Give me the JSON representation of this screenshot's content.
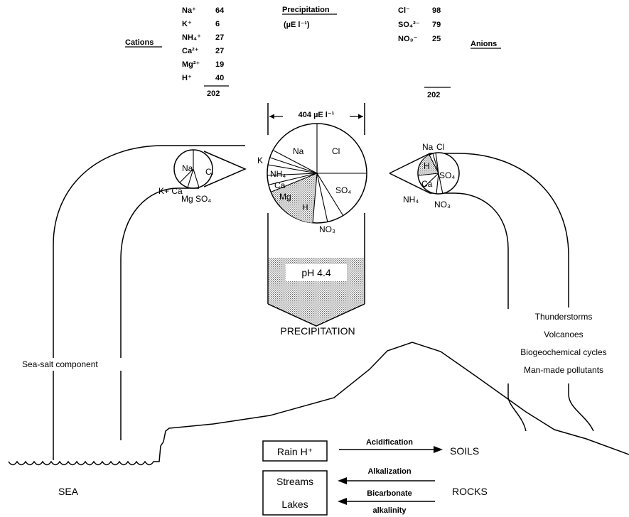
{
  "header": {
    "title": "Precipitation",
    "units": "(µE l⁻¹)",
    "cations_label": "Cations",
    "anions_label": "Anions"
  },
  "cations": [
    {
      "ion": "Na⁺",
      "value": "64"
    },
    {
      "ion": "K⁺",
      "value": "6"
    },
    {
      "ion": "NH₄⁺",
      "value": "27"
    },
    {
      "ion": "Ca²⁺",
      "value": "27"
    },
    {
      "ion": "Mg²⁺",
      "value": "19"
    },
    {
      "ion": "H⁺",
      "value": "40"
    }
  ],
  "cations_total": "202",
  "anions": [
    {
      "ion": "Cl⁻",
      "value": "98"
    },
    {
      "ion": "SO₄²⁻",
      "value": "79"
    },
    {
      "ion": "NO₃⁻",
      "value": "25"
    }
  ],
  "anions_total": "202",
  "center": {
    "total_label": "404  µE l⁻¹",
    "pie_labels": {
      "Na": "Na",
      "Cl": "Cl",
      "K": "K",
      "NH4": "NH₄",
      "Ca": "Ca",
      "Mg": "Mg",
      "H": "H",
      "SO4": "SO₄",
      "NO3": "NO₃"
    },
    "ph_label": "pH 4.4",
    "caption": "PRECIPITATION"
  },
  "left_source": {
    "labels": {
      "Na": "Na",
      "Cl": "Cl",
      "KCa": "K+ Ca",
      "Mg": "Mg",
      "SO4": "SO₄"
    },
    "caption": "Sea-salt component"
  },
  "right_source": {
    "labels": {
      "Na": "Na",
      "Cl": "Cl",
      "H": "H",
      "SO4": "SO₄",
      "Ca": "Ca",
      "NH4": "NH₄",
      "NO3": "NO₃"
    },
    "captions": [
      "Thunderstorms",
      "Volcanoes",
      "Biogeochemical cycles",
      "Man-made pollutants"
    ]
  },
  "landscape": {
    "sea": "SEA",
    "rain_box": "Rain H⁺",
    "acidification": "Acidification",
    "soils": "SOILS",
    "streams": "Streams",
    "lakes": "Lakes",
    "alkalization": "Alkalization",
    "bicarbonate": "Bicarbonate",
    "alkalinity": "alkalinity",
    "rocks": "ROCKS"
  }
}
